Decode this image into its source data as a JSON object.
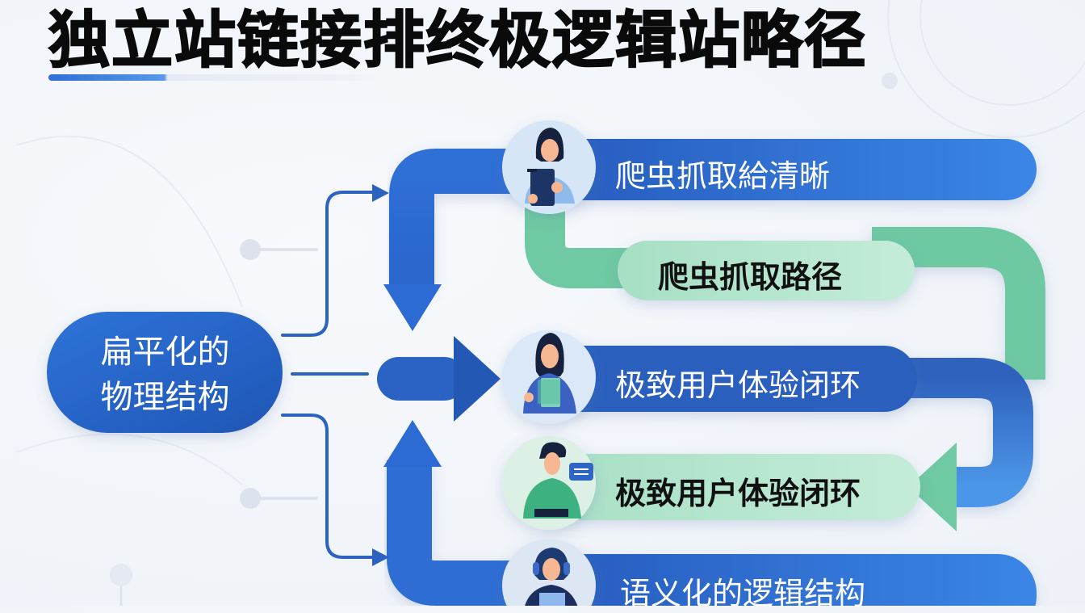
{
  "title": "独立站链接排终极逻辑站略径",
  "colors": {
    "primary_blue": "#2a6ad1",
    "dark_blue": "#2456b3",
    "light_blue": "#3f86e6",
    "green": "#6cc8a0",
    "green_light": "#b5e6cf",
    "avatar_bg": "#d9e8f7",
    "background": "#f3f6fa",
    "title_text": "#0a0a0a"
  },
  "source_node": {
    "line1": "扁平化的",
    "line2": "物理结构"
  },
  "flow_nodes": [
    {
      "label": "爬虫抓取給清晰",
      "style": "blue",
      "avatar": "woman-with-clipboard-icon"
    },
    {
      "label": "爬虫抓取路径",
      "style": "green",
      "avatar": null
    },
    {
      "label": "极致用户体验闭环",
      "style": "blue",
      "avatar": "woman-with-folder-icon"
    },
    {
      "label": "极致用户体验闭环",
      "style": "green",
      "avatar": "man-with-chat-bubble-icon"
    },
    {
      "label": "语义化的逻辑结构",
      "style": "blue",
      "avatar": "woman-with-headset-icon"
    }
  ],
  "connectors": [
    {
      "from": "source_node",
      "to": "top-branch",
      "type": "curved-arrow"
    },
    {
      "from": "source_node",
      "to": "flow_nodes.2",
      "type": "straight-arrow"
    },
    {
      "from": "source_node",
      "to": "bottom-branch",
      "type": "curved-arrow"
    }
  ]
}
